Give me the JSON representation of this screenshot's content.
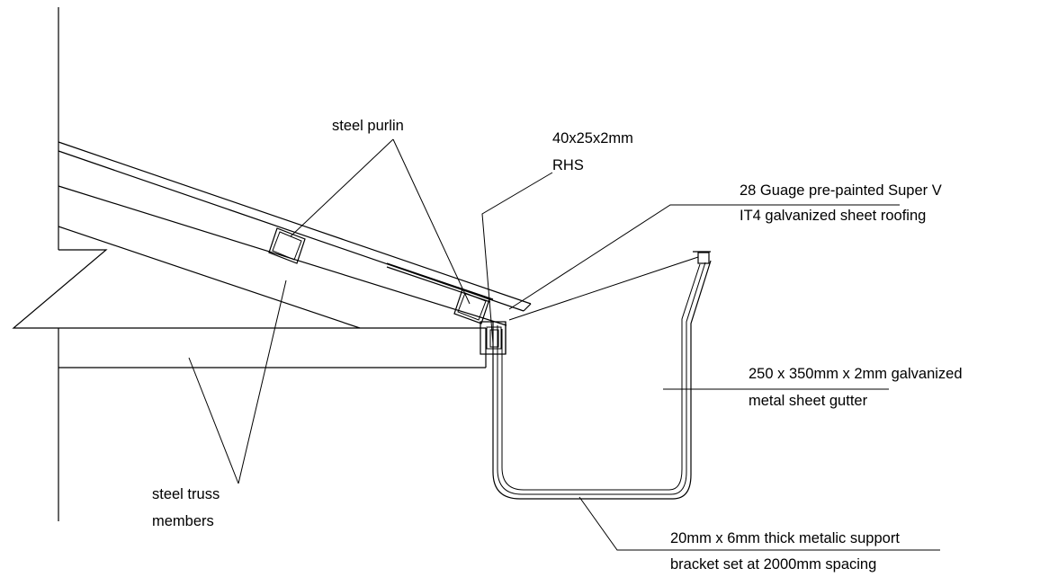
{
  "labels": {
    "steel_purlin": "steel purlin",
    "rhs_line1": "40x25x2mm",
    "rhs_line2": "RHS",
    "roofing_line1": "28 Guage pre-painted Super V",
    "roofing_line2": "IT4 galvanized sheet roofing",
    "gutter_line1": "250 x  350mm x 2mm galvanized",
    "gutter_line2": "metal sheet gutter",
    "truss_line1": "steel truss",
    "truss_line2": "members",
    "bracket_line1": "20mm x 6mm thick metalic support",
    "bracket_line2": "bracket set at 2000mm spacing"
  },
  "colors": {
    "line": "#000000",
    "background": "#ffffff"
  }
}
